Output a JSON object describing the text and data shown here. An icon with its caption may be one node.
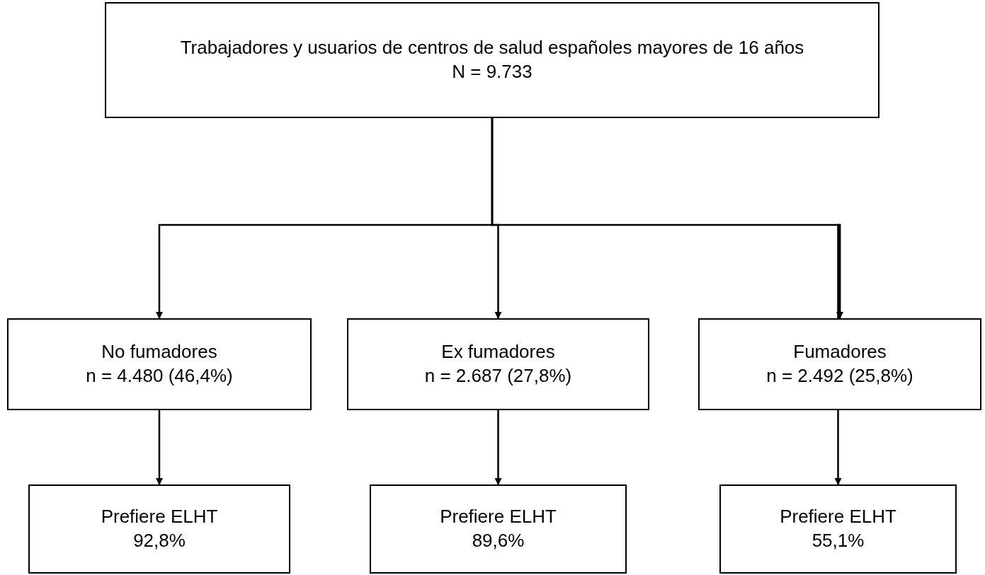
{
  "diagram": {
    "nodes": [
      {
        "text": [
          "Trabajadores y usuarios de centros de salud españoles mayores de 16 años",
          "N = 9.733"
        ]
      },
      {
        "text": [
          "No fumadores",
          "n = 4.480 (46,4%)"
        ]
      },
      {
        "text": [
          "Ex fumadores",
          "n = 2.687 (27,8%)"
        ]
      },
      {
        "text": [
          "Fumadores",
          "n = 2.492 (25,8%)"
        ]
      },
      {
        "text": [
          "Prefiere ELHT",
          "92,8%"
        ]
      },
      {
        "text": [
          "Prefiere ELHT",
          "89,6%"
        ]
      },
      {
        "text": [
          "Prefiere ELHT",
          "55,1%"
        ]
      }
    ],
    "edges": [
      {
        "from": 0,
        "to": 1,
        "arrow": "to"
      },
      {
        "from": 0,
        "to": 2,
        "arrow": "to"
      },
      {
        "from": 0,
        "to": 3,
        "arrow": "to"
      },
      {
        "from": 1,
        "to": 4,
        "arrow": "to"
      },
      {
        "from": 2,
        "to": 5,
        "arrow": "to"
      },
      {
        "from": 3,
        "to": 6,
        "arrow": "to"
      }
    ]
  }
}
